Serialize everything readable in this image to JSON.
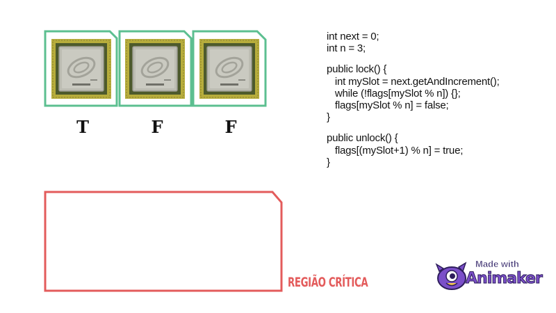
{
  "slots": [
    {
      "flag": "T",
      "frame_color": "#5cbf90"
    },
    {
      "flag": "F",
      "frame_color": "#5cbf90"
    },
    {
      "flag": "F",
      "frame_color": "#5cbf90"
    }
  ],
  "code": {
    "lines": [
      "int next = 0;",
      "int n = 3;",
      "",
      "public lock() {",
      "   int mySlot = next.getAndIncrement();",
      "   while (!flags[mySlot % n]) {};",
      "   flags[mySlot % n] = false;",
      "}",
      "",
      "public unlock() {",
      "   flags[(mySlot+1) % n] = true;",
      "}"
    ]
  },
  "critical_region": {
    "label": "REGIÃO CRÍTICA",
    "color": "#e35b5b"
  },
  "watermark": {
    "made_with": "Made with",
    "brand": "Animaker"
  },
  "icons": [
    "cpu-chip-icon",
    "animaker-mascot-icon"
  ]
}
